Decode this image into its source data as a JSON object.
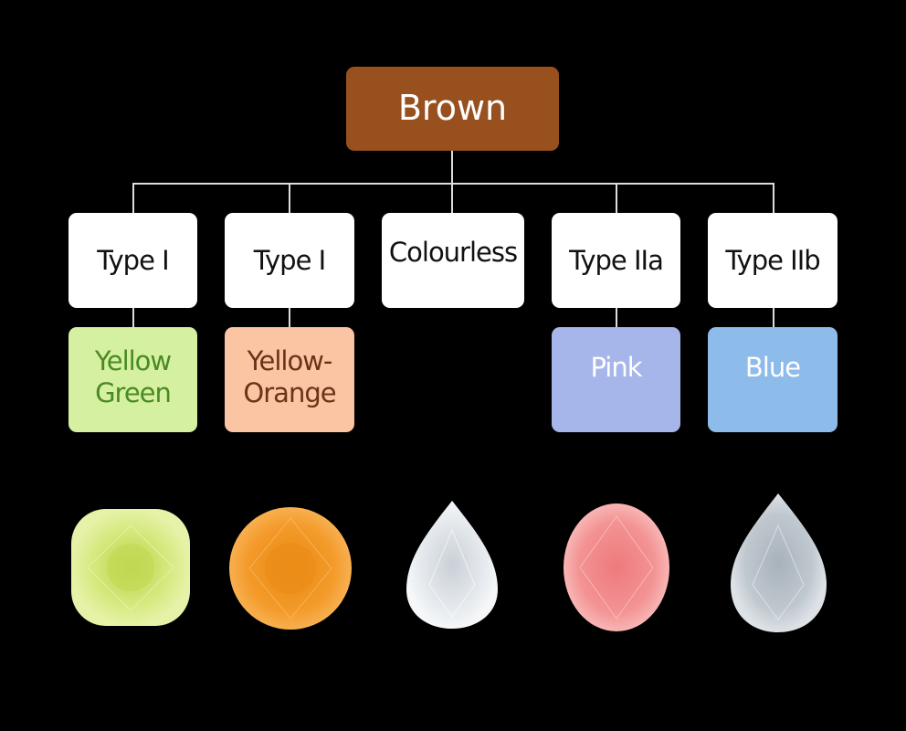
{
  "root": {
    "label": "Brown",
    "color": "#98501f"
  },
  "types": [
    {
      "label": "Type I"
    },
    {
      "label": "Type I"
    },
    {
      "label": "Colourless"
    },
    {
      "label": "Type IIa"
    },
    {
      "label": "Type IIb"
    }
  ],
  "colors": [
    {
      "label": "Yellow Green",
      "bg": "#d6f0a2",
      "fg": "#4a8a23"
    },
    {
      "label": "Yellow-Orange",
      "bg": "#fbc4a2",
      "fg": "#6a3318"
    },
    {
      "label": "Pink",
      "bg": "#a7b6ea",
      "fg": "#ffffff"
    },
    {
      "label": "Blue",
      "bg": "#8dbbea",
      "fg": "#ffffff"
    }
  ],
  "gems": [
    {
      "name": "yellow-green-cushion-diamond",
      "color": "#cde36a"
    },
    {
      "name": "orange-round-diamond",
      "color": "#f0961e"
    },
    {
      "name": "colourless-pear-diamond",
      "color": "#dde3e8"
    },
    {
      "name": "pink-oval-diamond",
      "color": "#f2898a"
    },
    {
      "name": "blue-grey-pear-diamond",
      "color": "#b7c0c8"
    }
  ]
}
